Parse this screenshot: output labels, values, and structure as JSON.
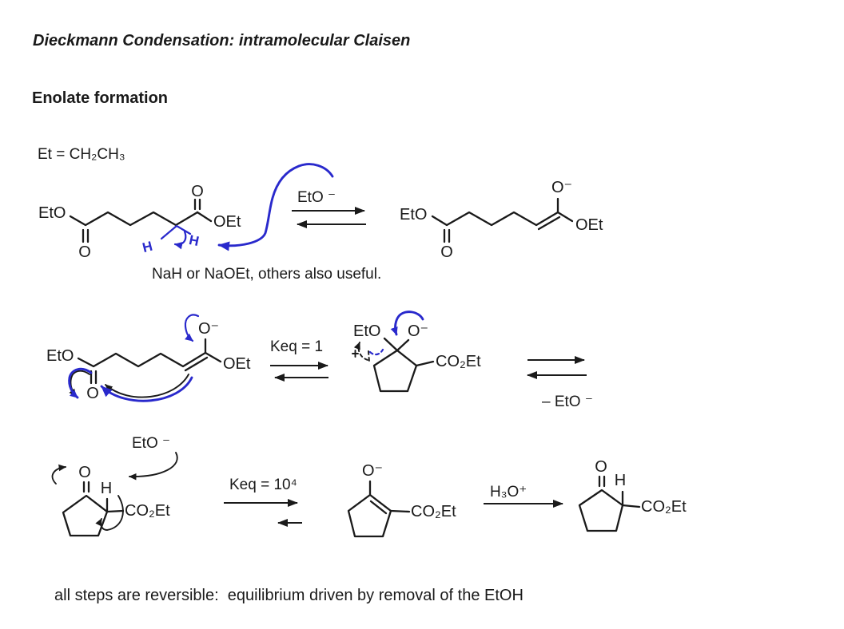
{
  "colors": {
    "ink": "#1a1a1a",
    "annotation_blue": "#2929cc",
    "background": "#ffffff"
  },
  "header": {
    "title": "Dieckmann Condensation: intramolecular Claisen",
    "section": "Enolate formation"
  },
  "notes": {
    "et_definition": "Et = CH₂CH₃",
    "base_note": "NaH or NaOEt, others also useful.",
    "footnote": "all steps are reversible:  equilibrium driven by removal of the EtOH"
  },
  "step1": {
    "reagent": "EtO ⁻",
    "diester": {
      "eto": "EtO",
      "o_left": "O",
      "o_right": "O",
      "oet": "OEt",
      "h1": "H",
      "h2": "H"
    },
    "enolate": {
      "eto": "EtO",
      "o": "O",
      "o_minus": "O⁻",
      "oet": "OEt"
    }
  },
  "step2": {
    "keq": "Keq = 1",
    "released": "– EtO ⁻",
    "enolate": {
      "eto": "EtO",
      "o": "O",
      "o_minus": "O⁻",
      "oet": "OEt"
    },
    "alkoxide": {
      "eto": "EtO",
      "o_minus": "O⁻",
      "ester": "CO₂Et"
    }
  },
  "step3": {
    "base": "EtO ⁻",
    "keq": "Keq = 10⁴",
    "acid": "H₃O⁺",
    "ketoester": {
      "o": "O",
      "h": "H",
      "ester": "CO₂Et"
    },
    "enolate": {
      "o_minus": "O⁻",
      "ester": "CO₂Et"
    },
    "product": {
      "o": "O",
      "h": "H",
      "ester": "CO₂Et"
    }
  }
}
